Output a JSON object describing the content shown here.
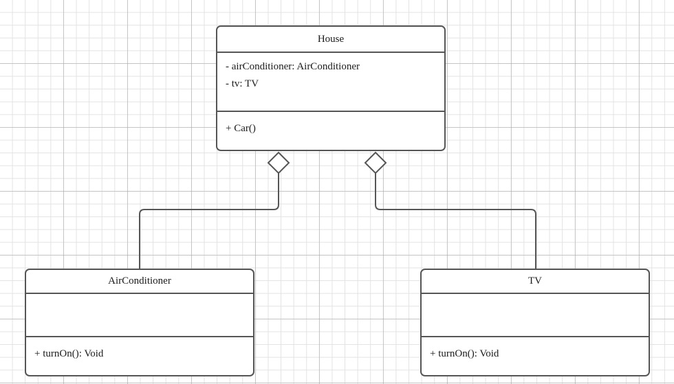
{
  "diagram": {
    "type": "uml-class-diagram",
    "background": "grid",
    "line_color": "#555555",
    "text_color": "#1b1b1b"
  },
  "classes": [
    {
      "id": "house",
      "name": "House",
      "attributes": [
        "- airConditioner: AirConditioner",
        "- tv: TV"
      ],
      "operations": [
        "+ Car()"
      ]
    },
    {
      "id": "airconditioner",
      "name": "AirConditioner",
      "attributes": [],
      "operations": [
        "+ turnOn(): Void"
      ]
    },
    {
      "id": "tv",
      "name": "TV",
      "attributes": [],
      "operations": [
        "+ turnOn(): Void"
      ]
    }
  ],
  "relationships": [
    {
      "id": "house-airconditioner",
      "kind": "aggregation",
      "from": "House",
      "to": "AirConditioner",
      "marker": "hollow-diamond"
    },
    {
      "id": "house-tv",
      "kind": "aggregation",
      "from": "House",
      "to": "TV",
      "marker": "hollow-diamond"
    }
  ]
}
